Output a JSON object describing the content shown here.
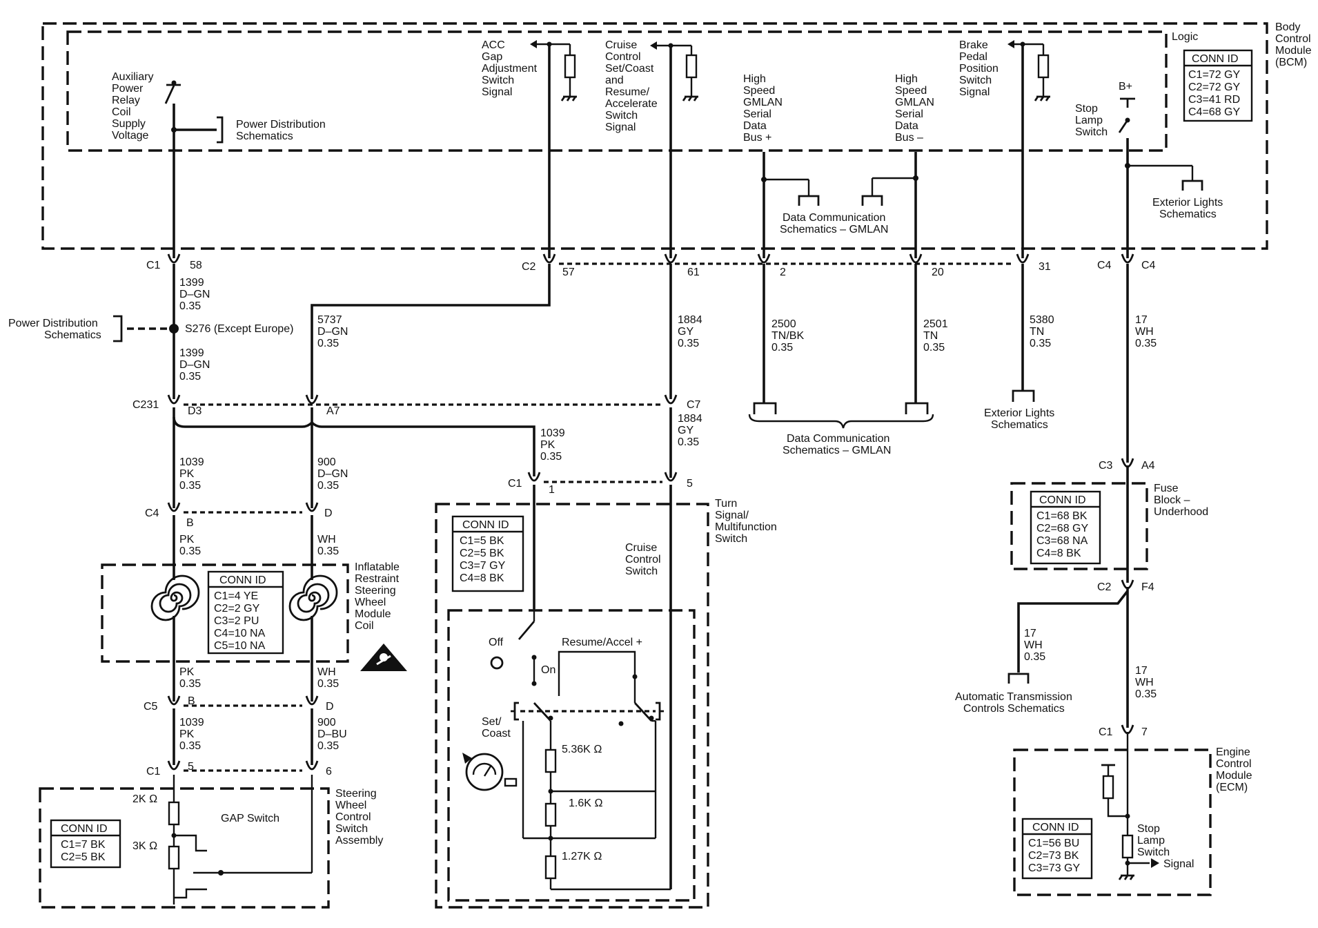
{
  "modules": {
    "bcm": {
      "name": "Body Control Module (BCM)",
      "lines": [
        "Body",
        "Control",
        "Module",
        "(BCM)"
      ],
      "inner_label": "Logic"
    },
    "turn_signal": {
      "lines": [
        "Turn",
        "Signal/",
        "Multifunction",
        "Switch"
      ]
    },
    "cruise_switch": {
      "lines": [
        "Cruise",
        "Control",
        "Switch"
      ]
    },
    "fuse_block": {
      "lines": [
        "Fuse",
        "Block –",
        "Underhood"
      ]
    },
    "ecm": {
      "lines": [
        "Engine",
        "Control",
        "Module",
        "(ECM)"
      ]
    },
    "inflatable": {
      "lines": [
        "Inflatable",
        "Restraint",
        "Steering",
        "Wheel",
        "Module",
        "Coil"
      ]
    },
    "steering_switch": {
      "lines": [
        "Steering",
        "Wheel",
        "Control",
        "Switch",
        "Assembly"
      ],
      "gap_switch": "GAP Switch"
    }
  },
  "conn_tables": {
    "bcm": {
      "title": "CONN ID",
      "rows": [
        "C1=72 GY",
        "C2=72 GY",
        "C3=41 RD",
        "C4=68 GY"
      ]
    },
    "fuse": {
      "title": "CONN ID",
      "rows": [
        "C1=68 BK",
        "C2=68 GY",
        "C3=68 NA",
        "C4=8 BK"
      ]
    },
    "ecm": {
      "title": "CONN ID",
      "rows": [
        "C1=56 BU",
        "C2=73 BK",
        "C3=73 GY"
      ]
    },
    "turn": {
      "title": "CONN ID",
      "rows": [
        "C1=5 BK",
        "C2=5 BK",
        "C3=7 GY",
        "C4=8 BK"
      ]
    },
    "inflatable": {
      "title": "CONN ID",
      "rows": [
        "C1=4 YE",
        "C2=2 GY",
        "C3=2 PU",
        "C4=10 NA",
        "C5=10 NA"
      ]
    },
    "steering": {
      "title": "CONN ID",
      "rows": [
        "C1=7 BK",
        "C2=5 BK"
      ]
    }
  },
  "bcm_signals": {
    "aux_power": [
      "Auxiliary",
      "Power",
      "Relay",
      "Coil",
      "Supply",
      "Voltage"
    ],
    "acc_gap": [
      "ACC",
      "Gap",
      "Adjustment",
      "Switch",
      "Signal"
    ],
    "cruise_set": [
      "Cruise",
      "Control",
      "Set/Coast",
      "and",
      "Resume/",
      "Accelerate",
      "Switch",
      "Signal"
    ],
    "gmlan_plus": [
      "High",
      "Speed",
      "GMLAN",
      "Serial",
      "Data",
      "Bus +"
    ],
    "gmlan_minus": [
      "High",
      "Speed",
      "GMLAN",
      "Serial",
      "Data",
      "Bus –"
    ],
    "brake_pedal": [
      "Brake",
      "Pedal",
      "Position",
      "Switch",
      "Signal"
    ],
    "stop_lamp_switch": [
      "Stop",
      "Lamp",
      "Switch"
    ],
    "bplus": "B+"
  },
  "references": {
    "power_dist_top": [
      "Power Distribution",
      "Schematics"
    ],
    "power_dist_left": [
      "Power Distribution",
      "Schematics"
    ],
    "data_comm_top": [
      "Data Communication",
      "Schematics – GMLAN"
    ],
    "data_comm_bottom": [
      "Data Communication",
      "Schematics – GMLAN"
    ],
    "ext_lights_top": [
      "Exterior Lights",
      "Schematics"
    ],
    "ext_lights_bottom": [
      "Exterior Lights",
      "Schematics"
    ],
    "auto_trans": [
      "Automatic Transmission",
      "Controls Schematics"
    ]
  },
  "splice": "S276 (Except Europe)",
  "connectors": {
    "bcm_c1_58": {
      "conn": "C1",
      "pin": "58"
    },
    "bcm_c2_57": {
      "conn": "C2",
      "pin": "57"
    },
    "bcm_61": {
      "pin": "61"
    },
    "bcm_2": {
      "pin": "2"
    },
    "bcm_20": {
      "pin": "20"
    },
    "bcm_31": {
      "pin": "31"
    },
    "bcm_c4_c4": {
      "conn": "C4",
      "pin": "C4"
    },
    "c231_d3": {
      "conn": "C231",
      "pin": "D3"
    },
    "c231_a7": {
      "pin": "A7"
    },
    "c7": {
      "pin": "C7"
    },
    "turn_c1_1": {
      "conn": "C1",
      "pin": "1"
    },
    "turn_5": {
      "pin": "5"
    },
    "c4_b": {
      "conn": "C4",
      "pin": "B"
    },
    "c4_d": {
      "pin": "D"
    },
    "c5_b": {
      "conn": "C5",
      "pin": "B"
    },
    "c5_d": {
      "pin": "D"
    },
    "sw_c1_5": {
      "conn": "C1",
      "pin": "5"
    },
    "sw_6": {
      "pin": "6"
    },
    "fuse_c3_a4": {
      "conn": "C3",
      "pin": "A4"
    },
    "fuse_c2_f4": {
      "conn": "C2",
      "pin": "F4"
    },
    "ecm_c1_7": {
      "conn": "C1",
      "pin": "7"
    }
  },
  "wires": {
    "w1399a": [
      "1399",
      "D–GN",
      "0.35"
    ],
    "w1399b": [
      "1399",
      "D–GN",
      "0.35"
    ],
    "w5737": [
      "5737",
      "D–GN",
      "0.35"
    ],
    "w1884a": [
      "1884",
      "GY",
      "0.35"
    ],
    "w1884b": [
      "1884",
      "GY",
      "0.35"
    ],
    "w2500": [
      "2500",
      "TN/BK",
      "0.35"
    ],
    "w2501": [
      "2501",
      "TN",
      "0.35"
    ],
    "w5380": [
      "5380",
      "TN",
      "0.35"
    ],
    "w17a": [
      "17",
      "WH",
      "0.35"
    ],
    "w17b": [
      "17",
      "WH",
      "0.35"
    ],
    "w17c": [
      "17",
      "WH",
      "0.35"
    ],
    "w1039a": [
      "1039",
      "PK",
      "0.35"
    ],
    "w1039b": [
      "1039",
      "PK",
      "0.35"
    ],
    "w1039c": [
      "1039",
      "PK",
      "0.35"
    ],
    "w900a": [
      "900",
      "D–GN",
      "0.35"
    ],
    "w900b": [
      "900",
      "D–BU",
      "0.35"
    ],
    "wpka": [
      "PK",
      "0.35"
    ],
    "wpkb": [
      "PK",
      "0.35"
    ],
    "wwha": [
      "WH",
      "0.35"
    ],
    "wwhb": [
      "WH",
      "0.35"
    ]
  },
  "switch_labels": {
    "off": "Off",
    "on": "On",
    "resume": "Resume/Accel +",
    "set": [
      "Set/",
      "Coast"
    ]
  },
  "resistors": {
    "r536": "5.36K Ω",
    "r16": "1.6K Ω",
    "r127": "1.27K Ω",
    "r2k": "2K Ω",
    "r3k": "3K Ω"
  },
  "ecm_signal": [
    "Stop",
    "Lamp",
    "Switch",
    "Signal"
  ],
  "icons": {
    "warning": "airbag-warning-icon",
    "cruise": "cruise-control-icon",
    "coil": "spiral-coil-icon",
    "ground": "ground-icon"
  }
}
